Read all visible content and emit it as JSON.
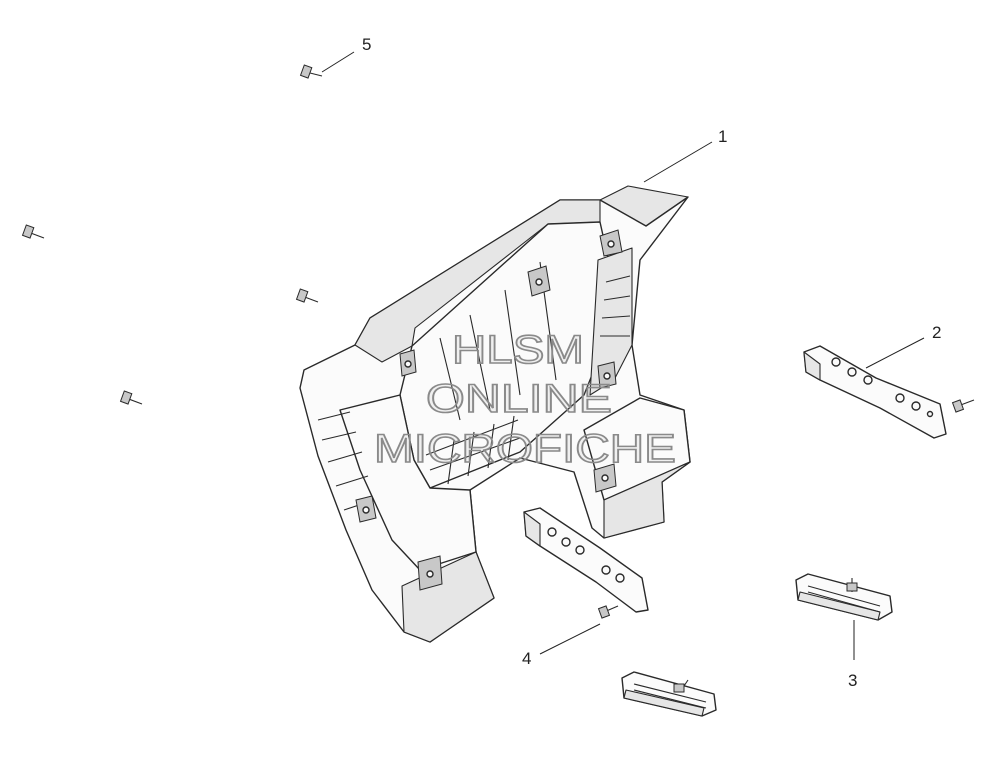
{
  "callouts": [
    {
      "label": "1"
    },
    {
      "label": "2"
    },
    {
      "label": "3"
    },
    {
      "label": "4"
    },
    {
      "label": "5"
    }
  ],
  "watermark": {
    "line1": "HLSM",
    "line2": "ONLINE",
    "line3": "MICROFICHE"
  },
  "colors": {
    "stroke": "#2a2a2a",
    "watermark": "#8a8a8a",
    "background": "#ffffff"
  }
}
